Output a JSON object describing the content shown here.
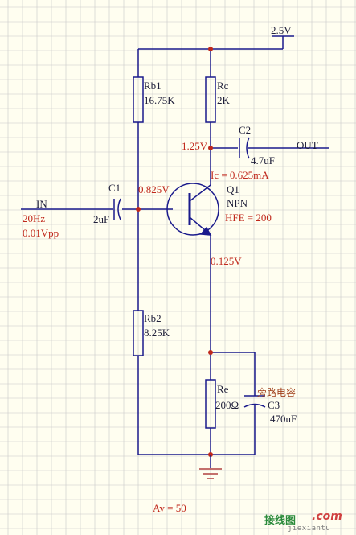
{
  "supply": {
    "label": "2.5V"
  },
  "resistors": {
    "rb1": {
      "name": "Rb1",
      "value": "16.75K"
    },
    "rc": {
      "name": "Rc",
      "value": "2K"
    },
    "rb2": {
      "name": "Rb2",
      "value": "8.25K"
    },
    "re": {
      "name": "Re",
      "value": "200Ω"
    }
  },
  "capacitors": {
    "c1": {
      "name": "C1",
      "value": "2uF"
    },
    "c2": {
      "name": "C2",
      "value": "4.7uF"
    },
    "c3": {
      "name": "C3",
      "value": "470uF",
      "note": "旁路电容"
    }
  },
  "transistor": {
    "name": "Q1",
    "type": "NPN",
    "hfe": "HFE = 200"
  },
  "nodes": {
    "collector_voltage": "1.25V",
    "base_voltage": "0.825V",
    "emitter_voltage": "0.125V",
    "collector_current": "Ic = 0.625mA"
  },
  "input": {
    "label": "IN",
    "freq": "20Hz",
    "amplitude": "0.01Vpp"
  },
  "output": {
    "label": "OUT"
  },
  "gain": "Av = 50",
  "watermark": {
    "brand": "接线图",
    "dot": ".com",
    "site": "jiexiantu"
  },
  "colors": {
    "background": "#fffef0",
    "grid": "#c8c8c8",
    "wire": "#1a1a8c",
    "component": "#1a1a8c",
    "annotation": "#c0281c",
    "ground": "#b04040"
  }
}
